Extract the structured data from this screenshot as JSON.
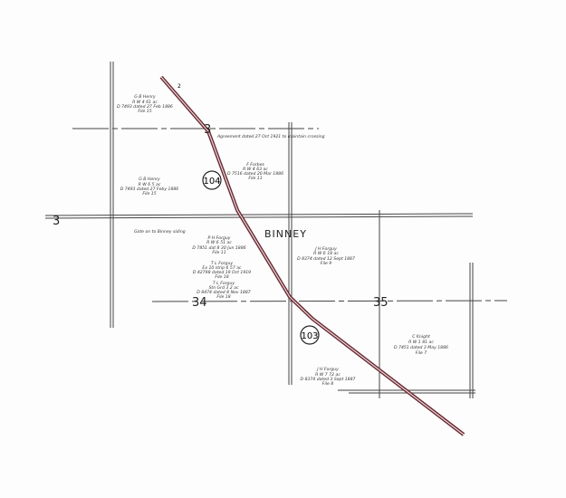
{
  "town": "BINNEY",
  "sections": [
    "3",
    "3",
    "34",
    "35"
  ],
  "highways": [
    "104",
    "103"
  ],
  "corner_label": "2",
  "parcels": [
    {
      "owner": "G B Henry",
      "lines": [
        "R W 4 61 ac",
        "D 7493 dated 27 Feb 1886",
        "File 15"
      ]
    },
    {
      "owner": "G B Henry",
      "lines": [
        "R W 6 5 ac",
        "D 7493 dated 27 Feby 1886",
        "File 15"
      ]
    },
    {
      "owner": "F Forbes",
      "lines": [
        "R W 4 63 ac",
        "D 7516 dated 20 Mar 1886",
        "File 11"
      ]
    },
    {
      "owner": "P H Forguy",
      "lines": [
        "R W 6 51 ac",
        "D 7851 dat 8 30 Jun 1886",
        "File 11"
      ]
    },
    {
      "owner": "T L Forguy",
      "lines": [
        "Ex 10 strip 6 57 ac",
        "D 42798 dated 19 Oct 1919",
        "File 18"
      ]
    },
    {
      "owner": "T L Forguy",
      "lines": [
        "Stn Grd 3 2 ac",
        "D 8474 dated 8 Nov 1887",
        "File 18"
      ]
    },
    {
      "owner": "J H Forguy",
      "lines": [
        "R W 6 18 ac",
        "D 8374 dated 12 Sept 1887",
        "File 9"
      ]
    },
    {
      "owner": "C Knight",
      "lines": [
        "R W 1 81 ac",
        "D 7451 dated 3 May 1886",
        "File 7"
      ]
    },
    {
      "owner": "J H Forguy",
      "lines": [
        "R W 7 72 ac",
        "D 8374 dated 3 Sept 1887",
        "File 8"
      ]
    }
  ],
  "notes": [
    "Agreement dated 27 Oct 1921 to maintain crossing",
    "Gate on to Binney siding"
  ],
  "ink_color": "#3a3a3a",
  "railroad_color": "#6b2a33"
}
